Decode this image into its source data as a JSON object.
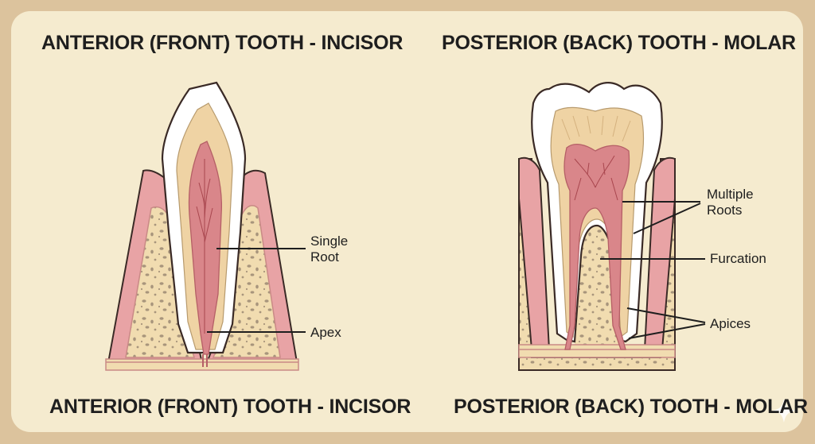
{
  "diagram": {
    "incisor": {
      "title_top": "ANTERIOR (FRONT) TOOTH - INCISOR",
      "title_bottom": "ANTERIOR (FRONT) TOOTH - INCISOR",
      "labels": {
        "single_root_line1": "Single",
        "single_root_line2": "Root",
        "apex": "Apex"
      }
    },
    "molar": {
      "title_top": "POSTERIOR (BACK) TOOTH - MOLAR",
      "title_bottom": "POSTERIOR (BACK) TOOTH - MOLAR",
      "labels": {
        "multiple_roots_line1": "Multiple",
        "multiple_roots_line2": "Roots",
        "furcation": "Furcation",
        "apices": "Apices"
      }
    },
    "colors": {
      "background": "#f5ebcf",
      "frame": "#dcc39d",
      "enamel": "#ffffff",
      "dentin": "#efd3a4",
      "pulp": "#d9868a",
      "gum": "#e8a3a5",
      "bone": "#f1dcb0",
      "outline": "#3a2a26"
    },
    "icons": [
      "sparkle-icon"
    ]
  }
}
